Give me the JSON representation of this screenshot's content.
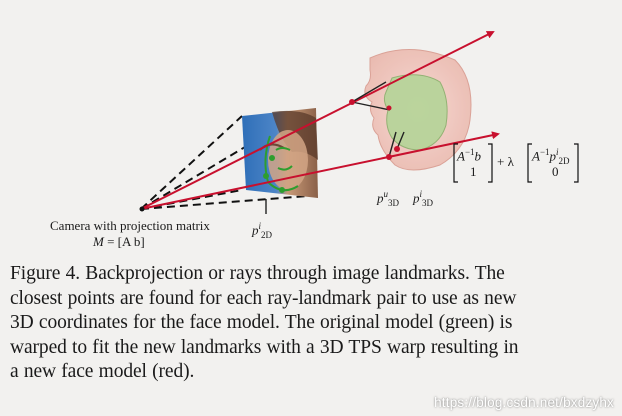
{
  "figure": {
    "camera_label": "Camera with projection matrix",
    "matrix_lhs": "M",
    "matrix_rhs": "= [A b]",
    "label_p2d": {
      "base": "p",
      "sub": "2D",
      "sup": "i"
    },
    "label_p3d_u": {
      "base": "p",
      "sub": "3D",
      "sup": "u"
    },
    "label_p3d_i": {
      "base": "p",
      "sub": "3D",
      "sup": "i"
    },
    "equation": {
      "vec1_top": "A",
      "vec1_top_sup": "−1",
      "vec1_top_rest": "b",
      "vec1_bottom": "1",
      "plus_lambda": "+ λ",
      "vec2_top": "A",
      "vec2_top_sup": "−1",
      "vec2_top_rest": "p",
      "vec2_top_rest_sub": "2D",
      "vec2_top_rest_sup": "i",
      "vec2_bottom": "0"
    },
    "colors": {
      "ray": "#c8102e",
      "landmark_green": "#2e9e2e",
      "model_green": "#b8d49a",
      "model_red": "#f0c8c0"
    }
  },
  "caption": {
    "lines": [
      "Figure 4. Backprojection or rays through image landmarks.  The",
      "closest points are found for each ray-landmark pair to use as new",
      "3D coordinates for the face model. The original model (green) is",
      "warped to fit the new landmarks with a 3D TPS warp resulting in",
      "a new face model (red)."
    ]
  },
  "watermark": "https://blog.csdn.net/bxdzyhx"
}
